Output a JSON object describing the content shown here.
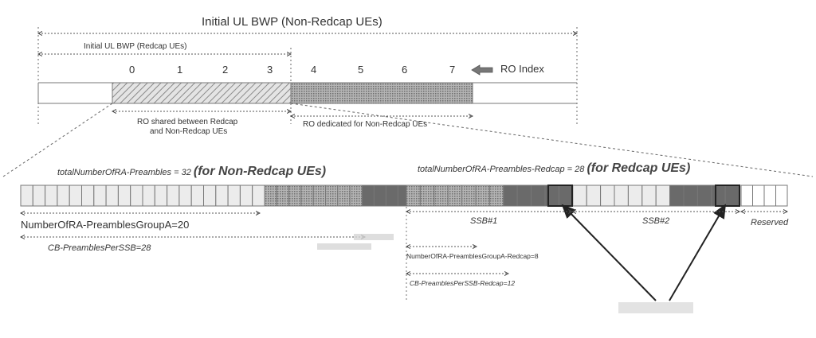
{
  "top": {
    "nonredcap_bwp": "Initial UL BWP (Non-Redcap UEs)",
    "redcap_bwp": "Initial UL BWP (Redcap UEs)",
    "ro_indices": [
      "0",
      "1",
      "2",
      "3",
      "4",
      "5",
      "6",
      "7"
    ],
    "ro_index_label": "RO Index",
    "shared_label_line1": "RO shared between Redcap",
    "shared_label_line2": "and Non-Redcap UEs",
    "dedicated_label": "RO dedicated for Non-Redcap UEs"
  },
  "bottom": {
    "total_nonredcap_prefix": "totalNumberOfRA-Preambles = 32 ",
    "total_nonredcap_suffix": "(for Non-Redcap UEs)",
    "total_redcap_prefix": "totalNumberOfRA-Preambles-Redcap = 28 ",
    "total_redcap_suffix": "(for Redcap UEs)",
    "groupA": "NumberOfRA-PreamblesGroupA=20",
    "cb_per_ssb": "CB-PreamblesPerSSB=28",
    "ssb1": "SSB#1",
    "ssb2": "SSB#2",
    "reserved": "Reserved",
    "groupA_redcap": "NumberOfRA-PreamblesGroupA-Redcap=8",
    "cb_per_ssb_redcap": "CB-PreamblesPerSSB-Redcap=12"
  },
  "colors": {
    "hatch": "#a8a8a8",
    "dotted_dark": "#8c8c8c",
    "light_cell": "#ececec",
    "mid_cell": "#b8b8b8",
    "dark_cell": "#6a6a6a"
  }
}
